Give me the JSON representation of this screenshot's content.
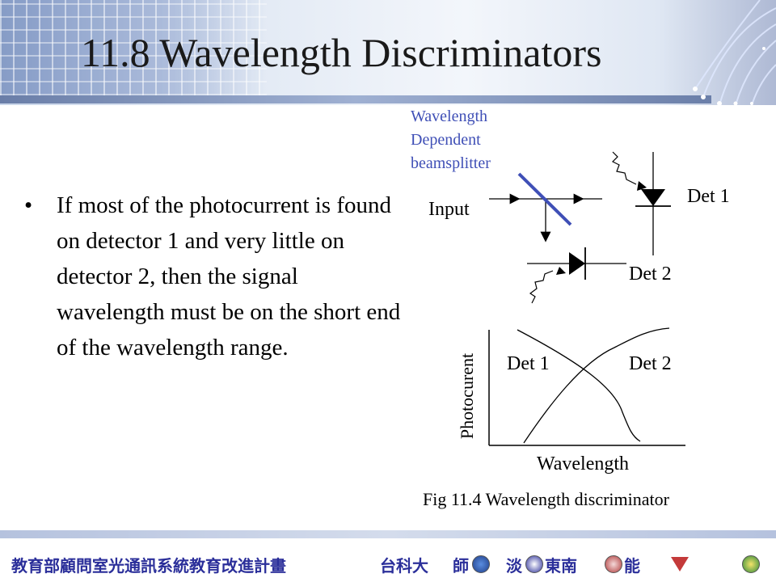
{
  "slide": {
    "title": "11.8 Wavelength Discriminators",
    "bullet_char": "•",
    "bullet_text": "If most of the photocurrent is found on detector 1 and very little on detector 2, then the signal wavelength must be on the short end of the wavelength range."
  },
  "diagram": {
    "beamsplitter_label": [
      "Wavelength",
      "Dependent",
      "beamsplitter"
    ],
    "input_label": "Input",
    "det1_label": "Det 1",
    "det2_label": "Det 2",
    "beamsplitter_color": "#3f4fb6"
  },
  "plot": {
    "ylabel": "Photocurent",
    "xlabel": "Wavelength",
    "det1_curve_label": "Det 1",
    "det2_curve_label": "Det 2",
    "caption": "Fig 11.4 Wavelength discriminator"
  },
  "footer": {
    "program": "教育部顧問室光通訊系統教育改進計畫",
    "school1": "台科大",
    "school2": "師",
    "school3": "淡",
    "school4": "東南",
    "school5": "能"
  }
}
